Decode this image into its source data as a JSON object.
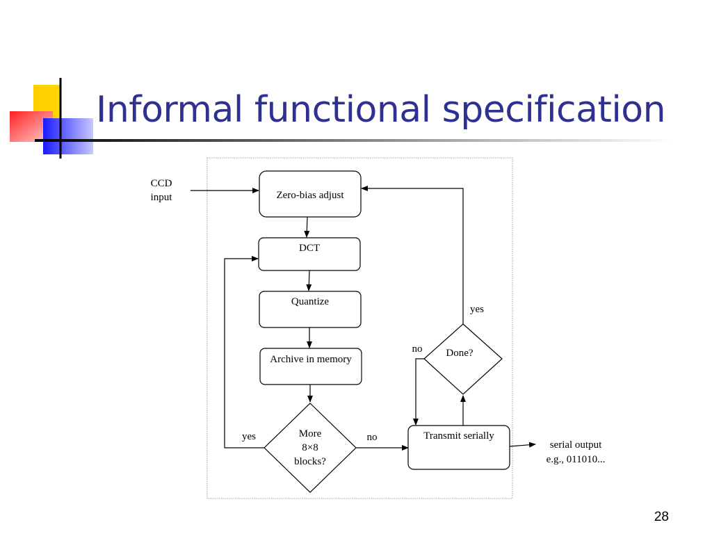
{
  "slide": {
    "title": "Informal functional specification",
    "page_number": "28",
    "title_color": "#2e3192"
  },
  "diagram": {
    "inputs": {
      "ccd_line1": "CCD",
      "ccd_line2": "input"
    },
    "nodes": {
      "zero_bias": "Zero-bias adjust",
      "dct": "DCT",
      "quantize": "Quantize",
      "archive": "Archive in memory",
      "more_blocks_line1": "More",
      "more_blocks_line2": "8×8",
      "more_blocks_line3": "blocks?",
      "transmit": "Transmit serially",
      "done": "Done?"
    },
    "edge_labels": {
      "more_yes": "yes",
      "more_no": "no",
      "done_no": "no",
      "done_yes": "yes"
    },
    "outputs": {
      "serial_line1": "serial output",
      "serial_line2": "e.g., 011010..."
    }
  }
}
